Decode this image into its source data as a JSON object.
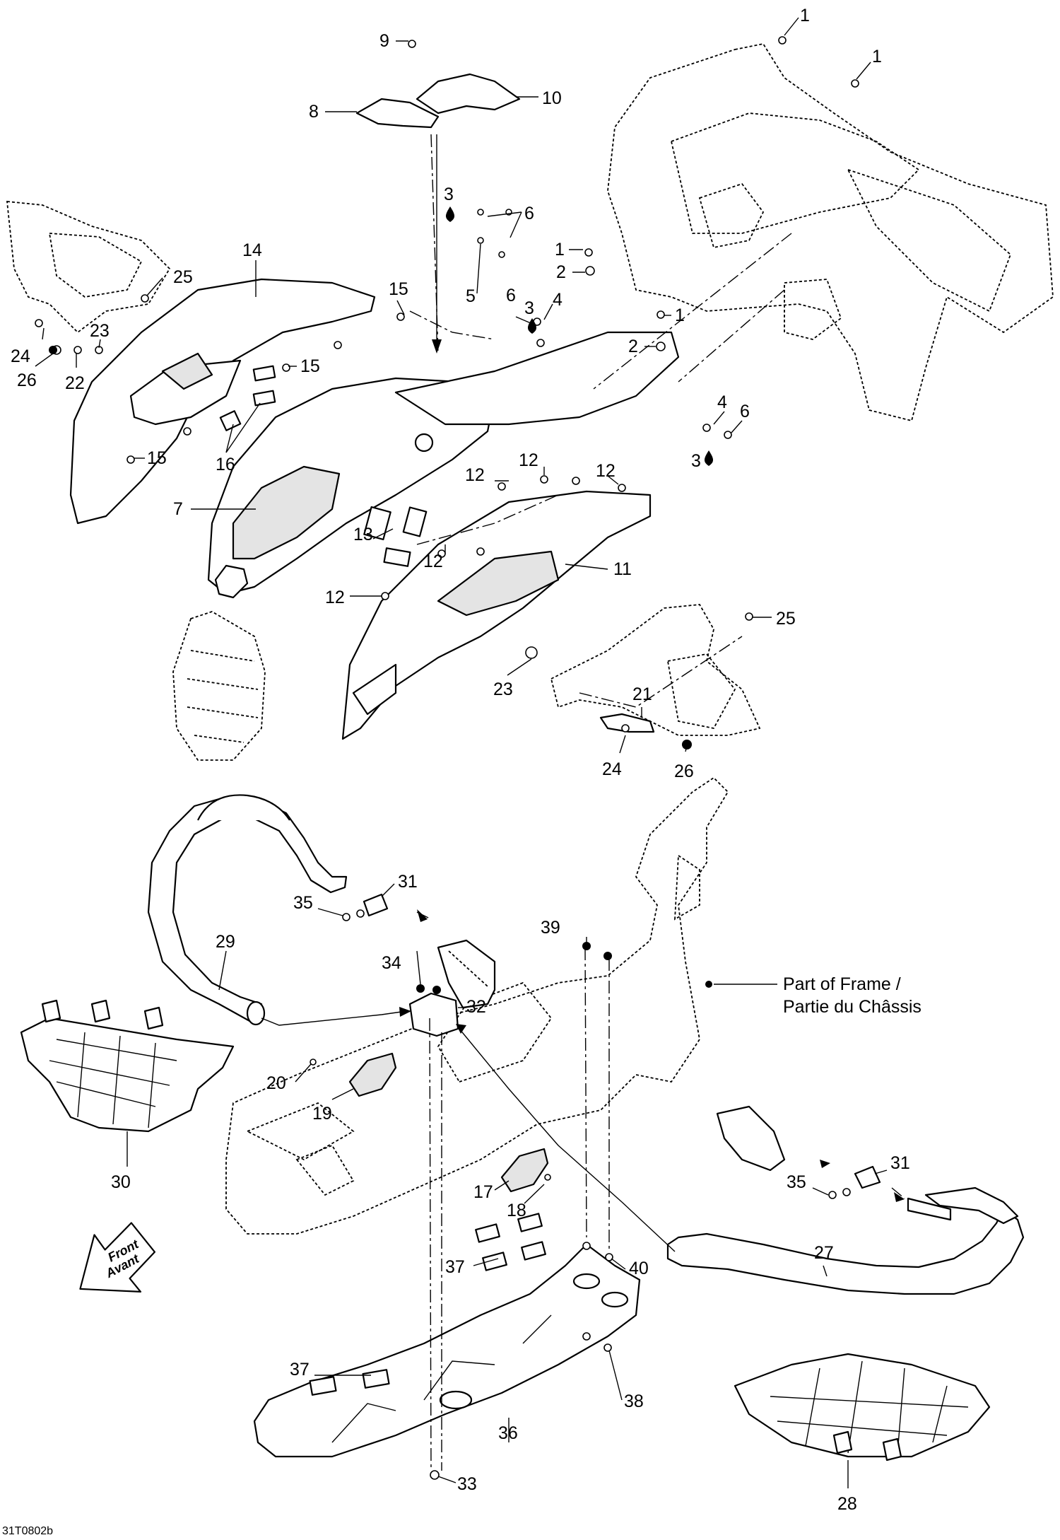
{
  "drawing_code": "31T0802b",
  "frame_note": {
    "line1": "Part of Frame /",
    "line2": "Partie du Châssis"
  },
  "direction_arrow": {
    "line1": "Front",
    "line2": "Avant"
  },
  "callouts": {
    "c1a": "1",
    "c1b": "1",
    "c1c": "1",
    "c1d": "1",
    "c2a": "2",
    "c2b": "2",
    "c3a": "3",
    "c3b": "3",
    "c3c": "3",
    "c4a": "4",
    "c4b": "4",
    "c5": "5",
    "c6a": "6",
    "c6b": "6",
    "c6c": "6",
    "c7": "7",
    "c8": "8",
    "c9": "9",
    "c10": "10",
    "c11": "11",
    "c12a": "12",
    "c12b": "12",
    "c12c": "12",
    "c12d": "12",
    "c12e": "12",
    "c13": "13",
    "c14": "14",
    "c15a": "15",
    "c15b": "15",
    "c15c": "15",
    "c16": "16",
    "c17": "17",
    "c18": "18",
    "c19": "19",
    "c20": "20",
    "c21": "21",
    "c22": "22",
    "c23a": "23",
    "c23b": "23",
    "c24a": "24",
    "c24b": "24",
    "c25a": "25",
    "c25b": "25",
    "c26a": "26",
    "c26b": "26",
    "c27": "27",
    "c28": "28",
    "c29": "29",
    "c30": "30",
    "c31a": "31",
    "c31b": "31",
    "c32": "32",
    "c33": "33",
    "c34": "34",
    "c35a": "35",
    "c35b": "35",
    "c36": "36",
    "c37a": "37",
    "c37b": "37",
    "c38": "38",
    "c39": "39",
    "c40": "40"
  }
}
